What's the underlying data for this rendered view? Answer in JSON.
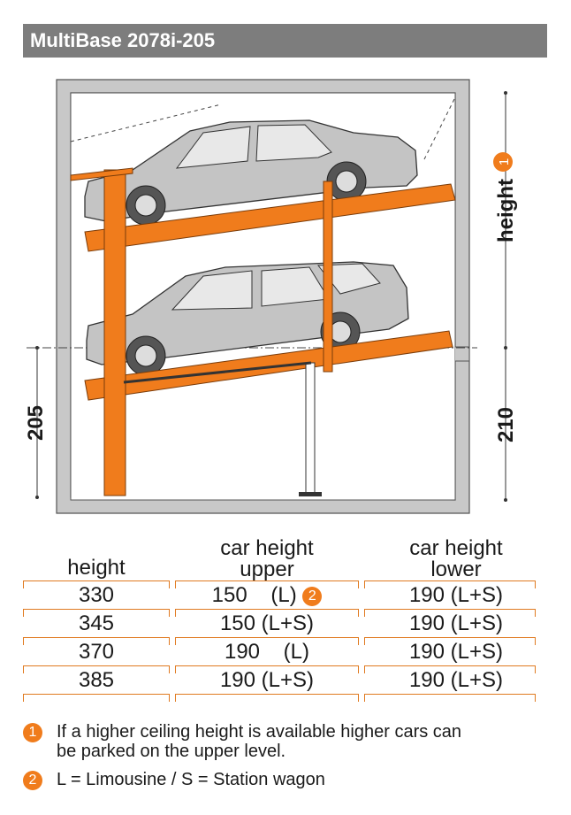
{
  "title": "MultiBase 2078i-205",
  "dimensions": {
    "height_label": "height",
    "height_badge": "1",
    "lower_left": "205",
    "lower_right": "210"
  },
  "table": {
    "headers": {
      "col1": "height",
      "col2_line1": "car height",
      "col2_line2": "upper",
      "col3_line1": "car height",
      "col3_line2": "lower"
    },
    "rows": [
      {
        "height": "330",
        "upper": "150    (L)",
        "upper_badge": "2",
        "lower": "190 (L+S)"
      },
      {
        "height": "345",
        "upper": "150 (L+S)",
        "upper_badge": "",
        "lower": "190 (L+S)"
      },
      {
        "height": "370",
        "upper": "190    (L)",
        "upper_badge": "",
        "lower": "190 (L+S)"
      },
      {
        "height": "385",
        "upper": "190 (L+S)",
        "upper_badge": "",
        "lower": "190 (L+S)"
      }
    ]
  },
  "notes": [
    {
      "badge": "1",
      "line1": "If a higher ceiling height is available higher cars can",
      "line2": "be parked on the upper level."
    },
    {
      "badge": "2",
      "line1": "L = Limousine / S = Station wagon",
      "line2": ""
    }
  ],
  "colors": {
    "accent": "#f07c1c",
    "title_bg": "#7d7d7d",
    "wall": "#c8c8c8"
  }
}
